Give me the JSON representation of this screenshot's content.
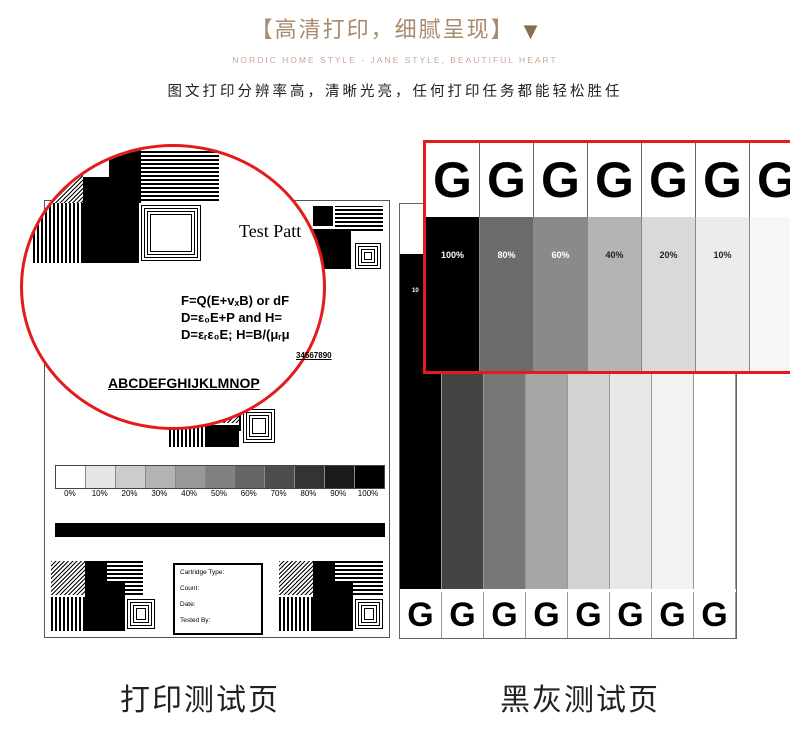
{
  "header": {
    "title": "【高清打印，细腻呈现】",
    "arrow": "▼",
    "subtitle": "NORDIC HOME STYLE - JANE STYLE, BEAUTIFUL HEART",
    "description": "图文打印分辨率高，清晰光亮，任何打印任务都能轻松胜任"
  },
  "captions": {
    "left": "打印测试页",
    "right": "黑灰测试页"
  },
  "test_page": {
    "heading": "Test Patt",
    "formulas": [
      "F=Q(E+vₓB)   or   dF",
      "D=ε₀E+P   and   H=",
      "D=εᵣε₀E;   H=B/(μᵣμ"
    ],
    "numbers": "34567890",
    "alphabet": "ABCDEFGHIJKLMNOP",
    "grayscale_labels": [
      "0%",
      "10%",
      "20%",
      "30%",
      "40%",
      "50%",
      "60%",
      "70%",
      "80%",
      "90%",
      "100%"
    ],
    "grayscale_colors": [
      "#ffffff",
      "#e6e6e6",
      "#cccccc",
      "#b3b3b3",
      "#999999",
      "#808080",
      "#666666",
      "#4d4d4d",
      "#333333",
      "#1a1a1a",
      "#000000"
    ],
    "cartridge_fields": [
      "Cartridge Type:",
      "Count:",
      "Date:",
      "Tested By:"
    ]
  },
  "gray_page": {
    "letter": "G",
    "column_colors": [
      "#000000",
      "#444444",
      "#777777",
      "#a6a6a6",
      "#d2d2d2",
      "#e8e8e8",
      "#f2f2f2",
      "#ffffff"
    ],
    "corner_label": "10",
    "zoom_labels": [
      "100%",
      "80%",
      "60%",
      "40%",
      "20%",
      "10%",
      ""
    ],
    "zoom_colors": [
      "#000000",
      "#6b6b6b",
      "#8a8a8a",
      "#b4b4b4",
      "#d9d9d9",
      "#ececec",
      "#f6f6f6"
    ]
  },
  "colors": {
    "accent_red": "#e31b1b",
    "header_gold": "#a88a6c"
  }
}
